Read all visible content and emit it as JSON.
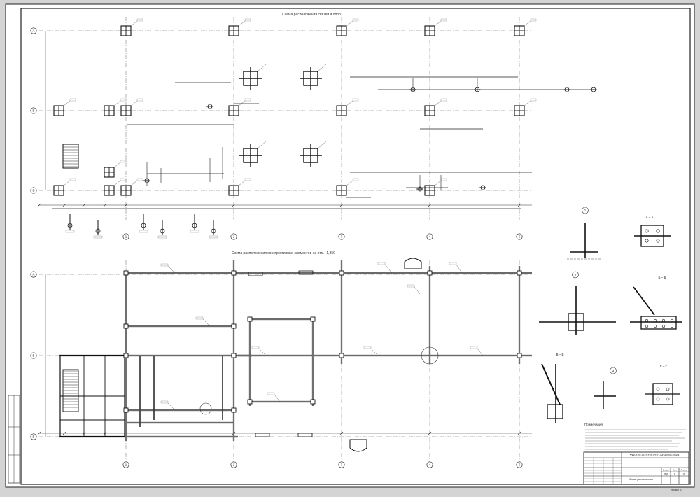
{
  "sheet": {
    "plan1_title": "Схема расположения связей и опор",
    "plan2_title": "Схема расположения конструктивных элементов на отм. -1,350",
    "axis_letters": [
      "А",
      "Б",
      "В"
    ],
    "axis_numbers": [
      "1",
      "2",
      "3",
      "4",
      "5"
    ],
    "details": [
      {
        "id": "1",
        "title": "1"
      },
      {
        "id": "A",
        "title": "А – А"
      },
      {
        "id": "2",
        "title": "2"
      },
      {
        "id": "B",
        "title": "Б – Б"
      },
      {
        "id": "V",
        "title": "В – В"
      },
      {
        "id": "3",
        "title": "3"
      },
      {
        "id": "G",
        "title": "Г – Г"
      }
    ],
    "notes_title": "Примечания",
    "title_block": {
      "designation": "5000-1201-П-ГЗ-ТЗ1-2/2-21-0434-0000.01-КМ",
      "stage_label": "Стадия",
      "sheet_label": "Лист",
      "sheets_label": "Листов",
      "stage": "КМД",
      "sheet_no": "6",
      "sheets_total": "18",
      "drawing_name": "Схема расположения",
      "format": "Формат А1"
    }
  }
}
